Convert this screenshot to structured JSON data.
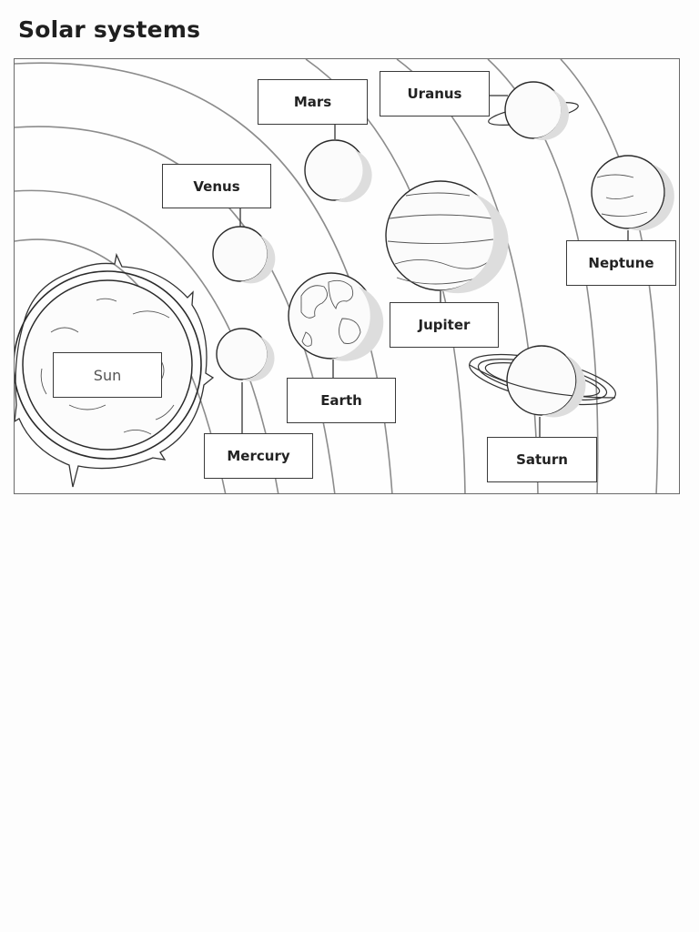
{
  "title": "Solar systems",
  "labels": {
    "sun": "Sun",
    "mercury": "Mercury",
    "venus": "Venus",
    "earth": "Earth",
    "mars": "Mars",
    "jupiter": "Jupiter",
    "saturn": "Saturn",
    "uranus": "Uranus",
    "neptune": "Neptune"
  }
}
